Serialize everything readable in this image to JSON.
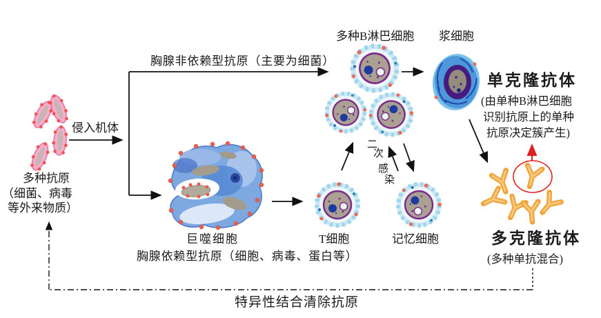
{
  "labels": {
    "thymus_independent": "胸腺非依赖型抗原（主要为细菌）",
    "b_lymphocytes": "多种B淋巴细胞",
    "plasma_cell": "浆细胞",
    "monoclonal_title": "单克隆抗体",
    "monoclonal_note_line1": "(由单种B淋巴细胞",
    "monoclonal_note_line2": "识别抗原上的单种",
    "monoclonal_note_line3": "抗原决定簇产生)",
    "invade_body": "侵入机体",
    "antigens_line1": "多种抗原",
    "antigens_line2": "（细菌、病毒",
    "antigens_line3": "等外来物质）",
    "secondary_infection_chars": [
      "二",
      "次",
      "感",
      "染"
    ],
    "macrophage": "巨噬细胞",
    "thymus_dependent": "胸腺依赖型抗原（细胞、病毒、蛋白等）",
    "t_cell": "T细胞",
    "memory_cell": "记忆细胞",
    "polyclonal_title": "多克隆抗体",
    "polyclonal_note": "(多种单抗混合)",
    "clear_antigen": "特异性结合清除抗原"
  },
  "colors": {
    "background": "#ffffff",
    "text": "#1b1b1b",
    "arrow_black": "#111111",
    "highlight_red": "#e02020",
    "antibody_orange": "#f0a43a",
    "cell_outer_blue": "#cde8f5",
    "cell_nucleus_gray": "#aaa192",
    "plasma_blue": "#4f9fdc",
    "antigen_pink": "#f4aecb",
    "dot_red": "#ee6a55"
  }
}
